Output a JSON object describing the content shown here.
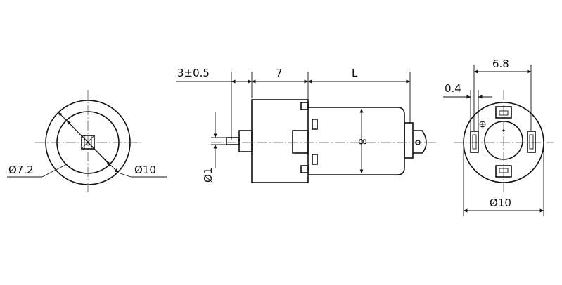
{
  "drawing": {
    "front_view": {
      "inner_diameter_label": "Ø7.2",
      "outer_diameter_label": "Ø10"
    },
    "side_view": {
      "shaft_extension_label": "3±0.5",
      "gearbox_length_label": "7",
      "motor_length_label": "L",
      "shaft_diameter_label": "Ø1",
      "height_label": "8"
    },
    "rear_view": {
      "terminal_spacing_label": "6.8",
      "terminal_thickness_label": "0.4",
      "diameter_label": "Ø10"
    }
  }
}
